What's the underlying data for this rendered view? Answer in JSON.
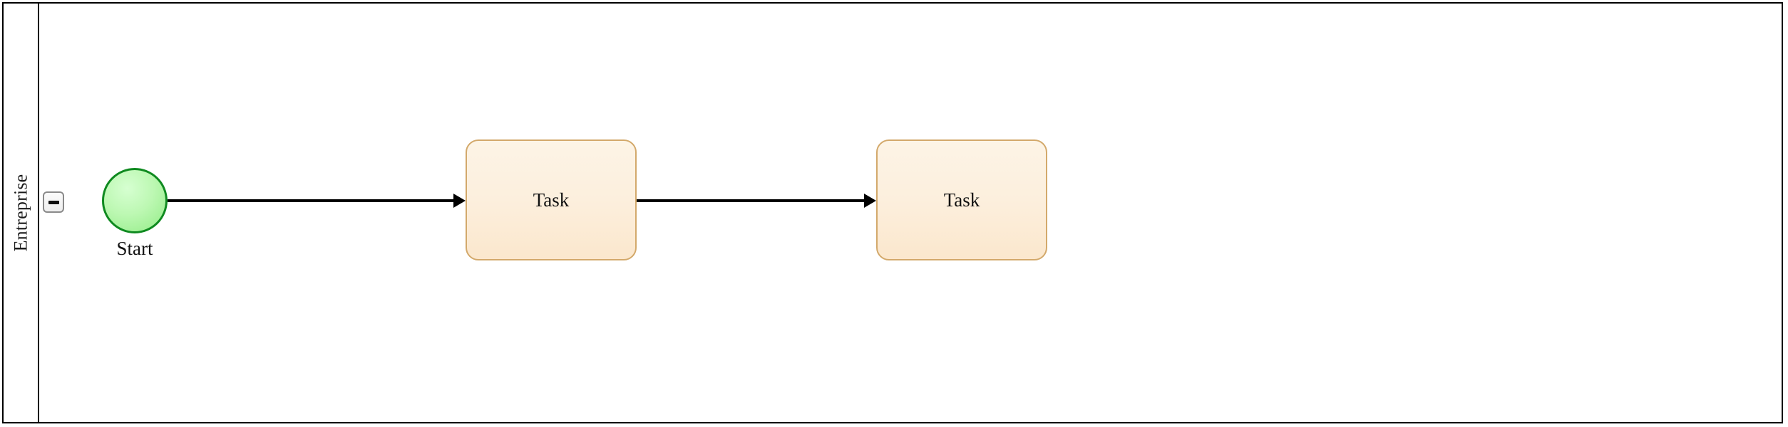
{
  "diagram": {
    "type": "bpmn-process",
    "pool": {
      "lane_label": "Entreprise",
      "collapse_button": {
        "icon": "minus-icon",
        "state": "expanded"
      }
    },
    "nodes": [
      {
        "id": "start-event",
        "type": "start-event",
        "label": "Start",
        "shape": "circle",
        "fill": "#b5f5aa",
        "stroke": "#0f8a20"
      },
      {
        "id": "task-1",
        "type": "task",
        "label": "Task",
        "shape": "rounded-rectangle",
        "fill": "#fcefdd",
        "stroke": "#d3a96b"
      },
      {
        "id": "task-2",
        "type": "task",
        "label": "Task",
        "shape": "rounded-rectangle",
        "fill": "#fcefdd",
        "stroke": "#d3a96b"
      }
    ],
    "flows": [
      {
        "id": "flow-1",
        "type": "sequence-flow",
        "from": "start-event",
        "to": "task-1"
      },
      {
        "id": "flow-2",
        "type": "sequence-flow",
        "from": "task-1",
        "to": "task-2"
      }
    ],
    "colors": {
      "background": "#ffffff",
      "pool_border": "#000000",
      "flow": "#000000"
    }
  }
}
